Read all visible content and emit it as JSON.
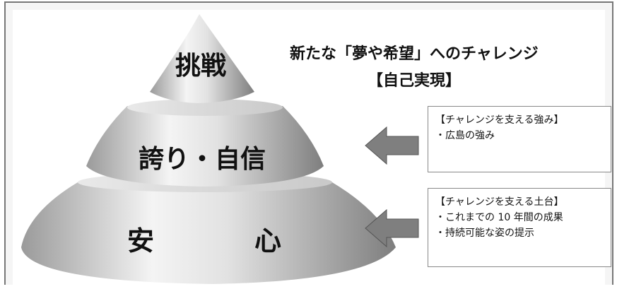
{
  "title": "新たな「夢や希望」へのチャレンジ",
  "subtitle": "【自己実現】",
  "tiers": {
    "top": "挑戦",
    "middle": "誇り・自信",
    "bottom_left": "安",
    "bottom_right": "心"
  },
  "box_middle": {
    "heading": "【チャレンジを支える強み】",
    "items": [
      "・広島の強み"
    ]
  },
  "box_bottom": {
    "heading": "【チャレンジを支える土台】",
    "items": [
      "・これまでの 10 年間の成果",
      "・持続可能な姿の提示"
    ]
  },
  "colors": {
    "cone_light": "#f2f2f2",
    "cone_dark": "#8c8c8c",
    "arrow": "#7f7f7f"
  }
}
